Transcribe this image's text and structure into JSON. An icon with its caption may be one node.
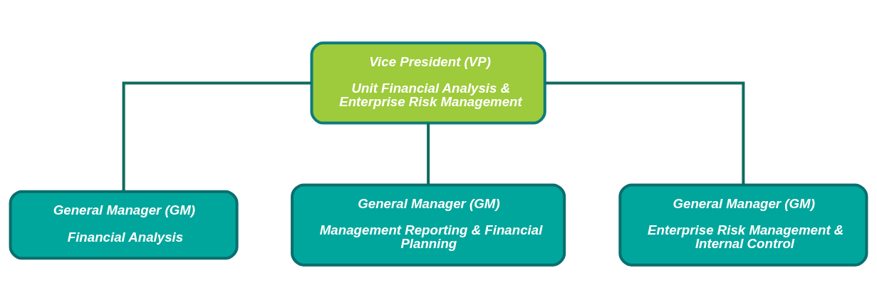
{
  "diagram": {
    "nodes": [
      {
        "text": [
          "Vice President (VP)",
          "Unit Financial Analysis & Enterprise Risk Management"
        ]
      },
      {
        "text": [
          "General Manager (GM)",
          "Financial Analysis"
        ]
      },
      {
        "text": [
          "General Manager (GM)",
          "Management Reporting & Financial Planning"
        ]
      },
      {
        "text": [
          "General Manager (GM)",
          "Enterprise Risk Management & Internal Control"
        ]
      }
    ],
    "edges": [
      {
        "from": 0,
        "to": 1,
        "arrow": "none"
      },
      {
        "from": 0,
        "to": 2,
        "arrow": "none"
      },
      {
        "from": 0,
        "to": 3,
        "arrow": "none"
      }
    ]
  }
}
